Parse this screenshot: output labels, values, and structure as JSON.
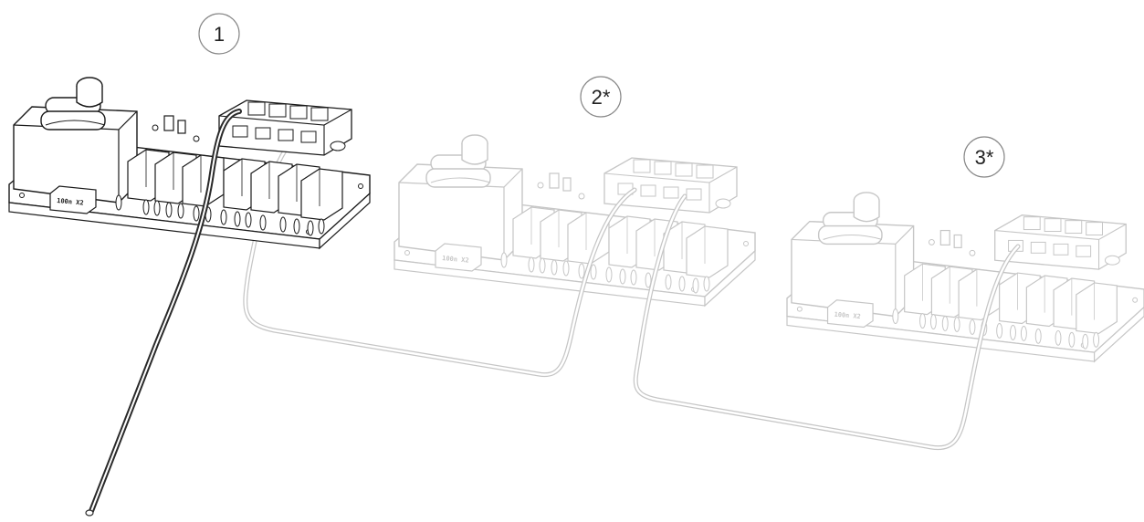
{
  "figure": {
    "callouts": [
      {
        "id": "board-1",
        "label": "1"
      },
      {
        "id": "board-2",
        "label": "2*"
      },
      {
        "id": "board-3",
        "label": "3*"
      }
    ],
    "capacitor_label": "100n X2"
  },
  "colors": {
    "active_line": "#1a1a1a",
    "ghost_line": "#c6c6c6",
    "cable": "#2a2a2a",
    "callout_circle": "#888888"
  }
}
